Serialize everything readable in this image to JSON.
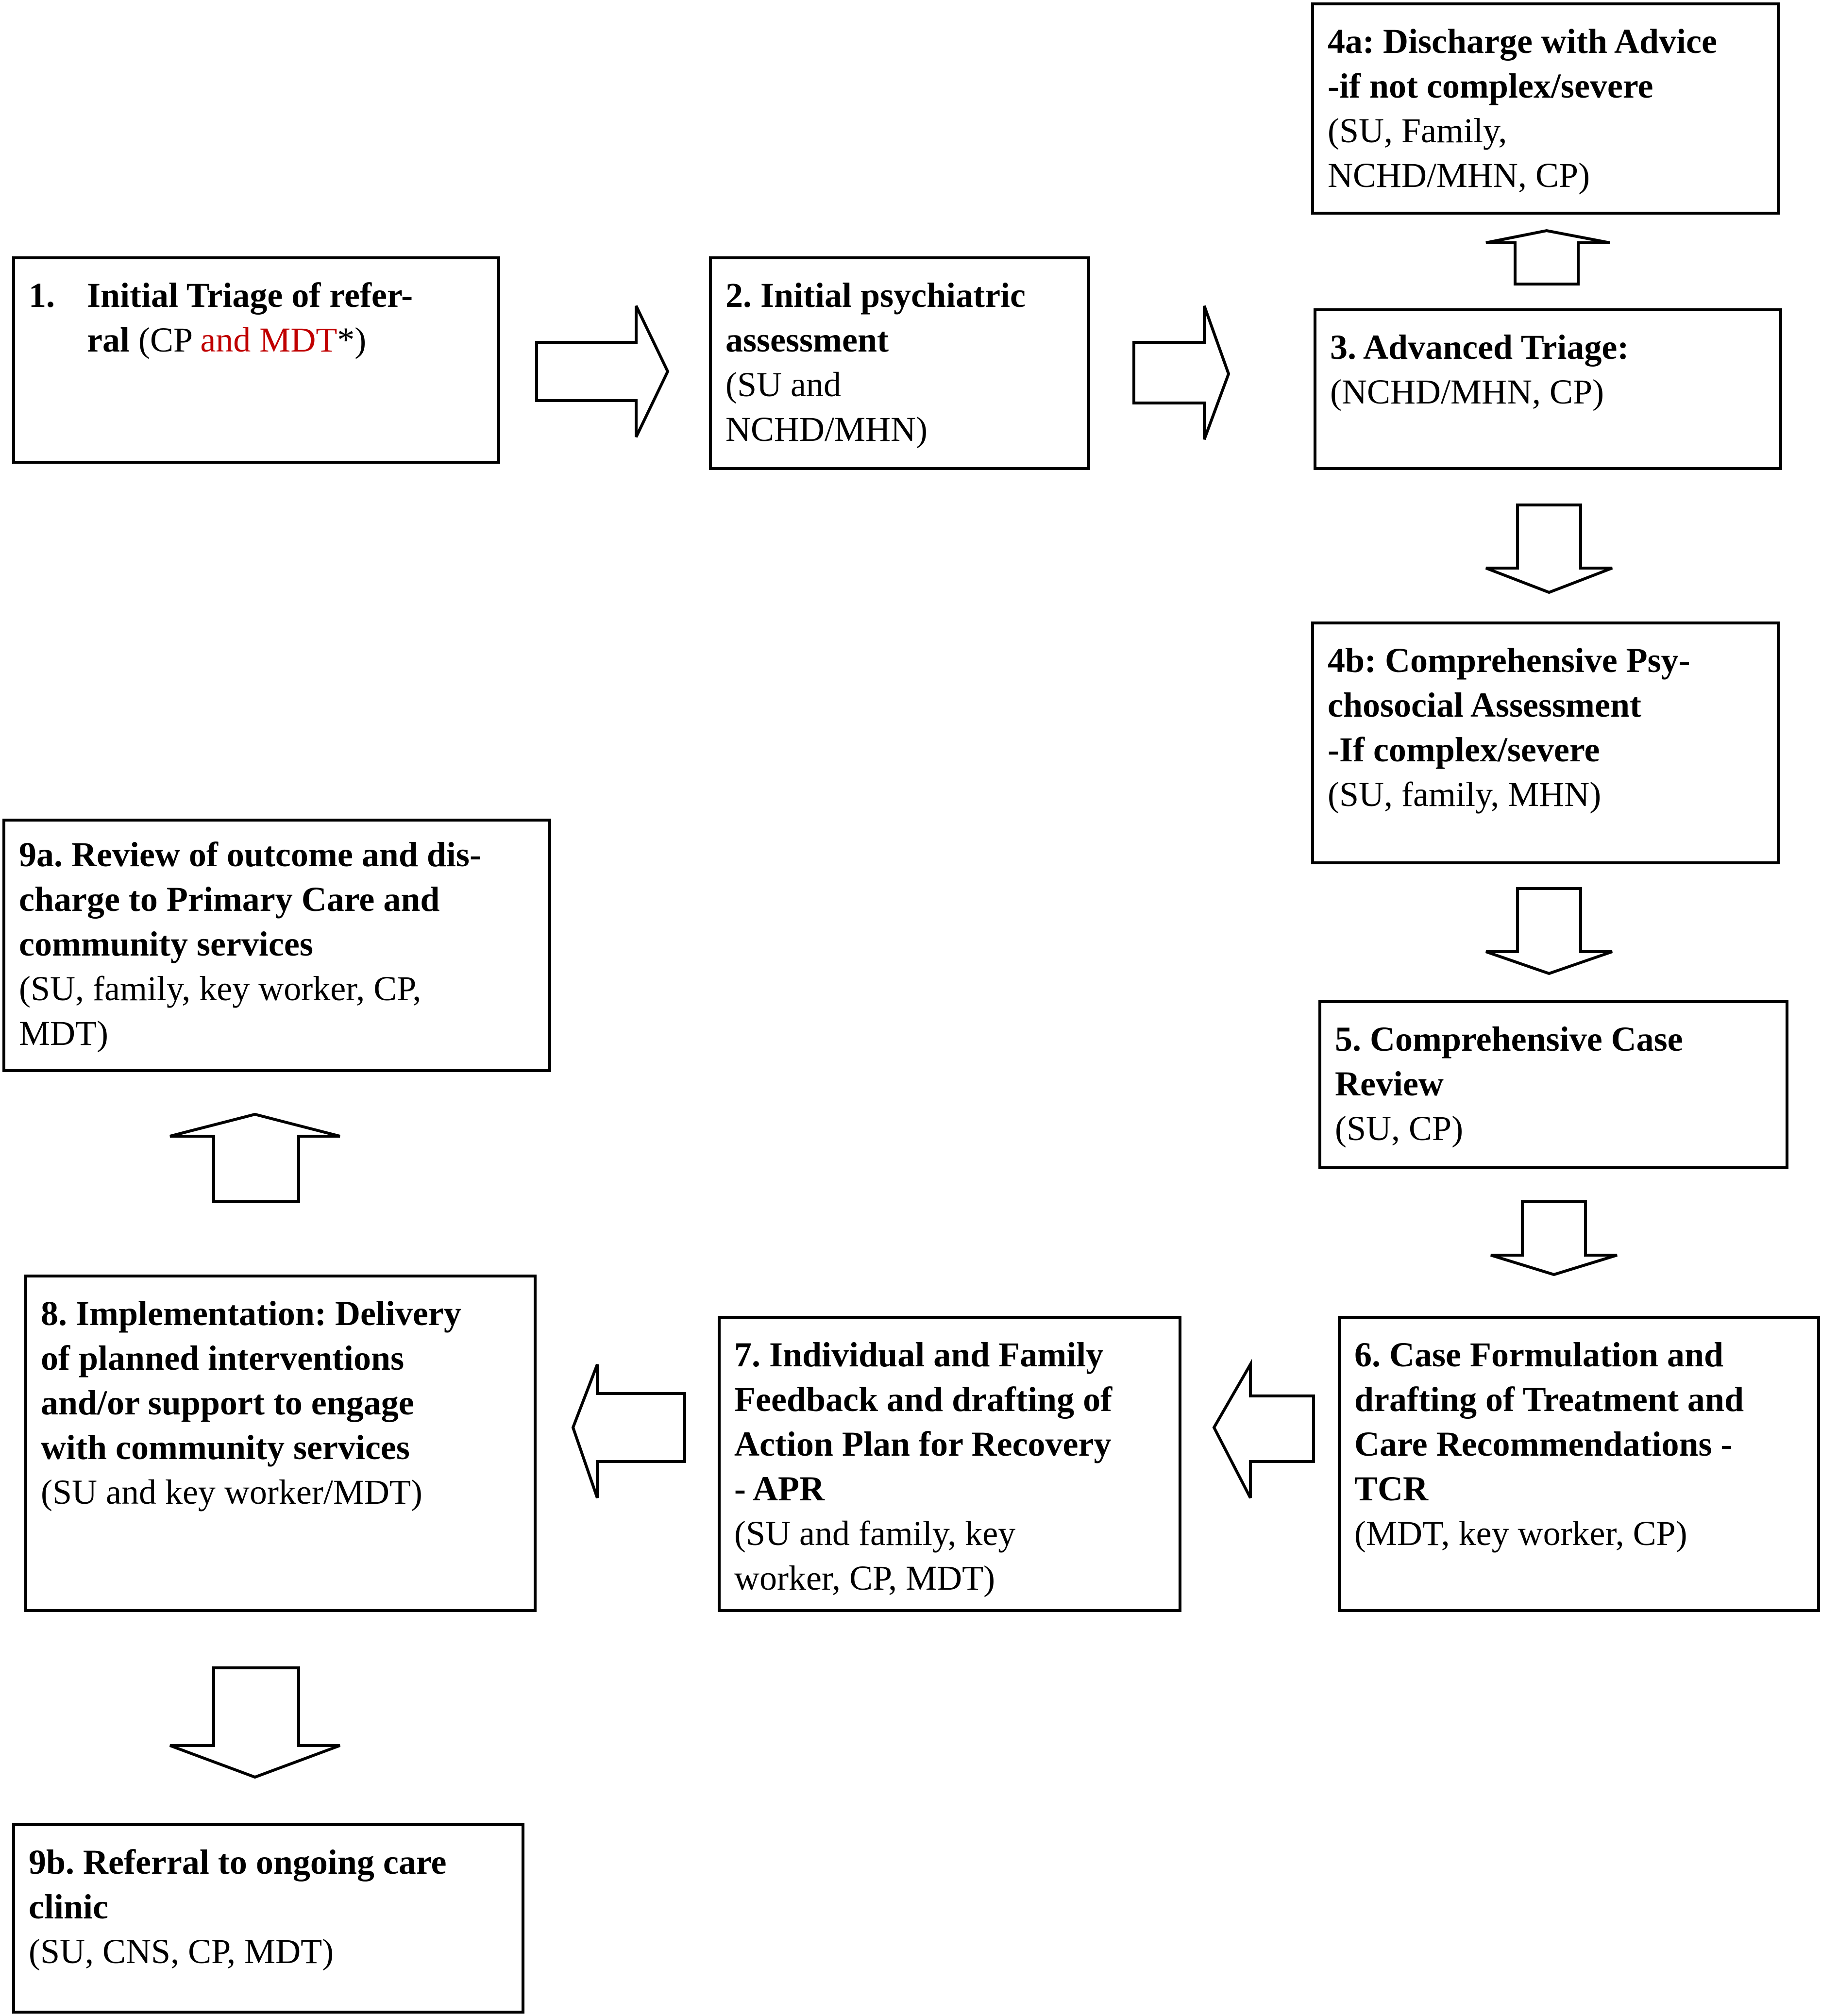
{
  "steps": {
    "s1": {
      "number": "1.",
      "title_line1": "Initial Triage of refer-",
      "title_line2": "ral",
      "paren_open": " (CP ",
      "highlight": "and MDT",
      "paren_close": "*)"
    },
    "s2": {
      "title": "2. Initial psychiatric\nassessment",
      "participants": "(SU and\nNCHD/MHN)"
    },
    "s3": {
      "title": "3. Advanced Triage:",
      "participants": "(NCHD/MHN, CP)"
    },
    "s4a": {
      "title": "4a: Discharge with Advice\n-if not complex/severe",
      "participants": " (SU, Family,\nNCHD/MHN, CP)"
    },
    "s4b": {
      "title": "4b: Comprehensive Psy-\nchosocial Assessment\n-If complex/severe",
      "participants": "(SU, family, MHN)"
    },
    "s5": {
      "title": "5. Comprehensive Case\nReview",
      "participants": "(SU, CP)"
    },
    "s6": {
      "title": "6. Case Formulation and\ndrafting of Treatment and\nCare Recommendations -\nTCR",
      "participants": "(MDT, key worker, CP)"
    },
    "s7": {
      "title": "7. Individual and Family\nFeedback and drafting of\nAction Plan for Recovery\n- APR",
      "participants": "(SU and family, key\nworker, CP, MDT)"
    },
    "s8": {
      "title": "8. Implementation: Delivery\nof planned interventions\nand/or support to engage\nwith community services",
      "participants": "(SU and key worker/MDT)"
    },
    "s9a": {
      "title": "9a. Review of outcome and dis-\ncharge to Primary Care and\ncommunity services",
      "participants": "(SU, family, key worker, CP,\nMDT)"
    },
    "s9b": {
      "title": "9b. Referral to ongoing care\nclinic",
      "participants": "(SU, CNS, CP, MDT)"
    }
  },
  "colors": {
    "border": "#000000",
    "text": "#000000",
    "highlight": "#c00000",
    "background": "#ffffff"
  }
}
